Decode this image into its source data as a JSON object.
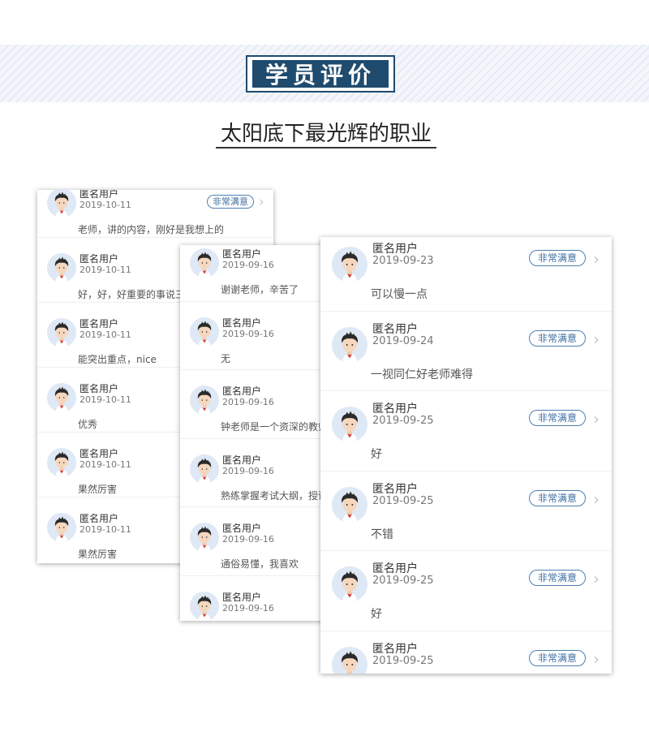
{
  "header": {
    "badge_title": "学员评价",
    "subtitle": "太阳底下最光辉的职业"
  },
  "rating_label": "非常满意",
  "panel_left": {
    "reviews": [
      {
        "user": "匿名用户",
        "date": "2019-10-11",
        "comment": "老师，讲的内容，刚好是我想上的"
      },
      {
        "user": "匿名用户",
        "date": "2019-10-11",
        "comment": "好，好，好重要的事说三遍"
      },
      {
        "user": "匿名用户",
        "date": "2019-10-11",
        "comment": "能突出重点，nice"
      },
      {
        "user": "匿名用户",
        "date": "2019-10-11",
        "comment": "优秀"
      },
      {
        "user": "匿名用户",
        "date": "2019-10-11",
        "comment": "果然厉害"
      },
      {
        "user": "匿名用户",
        "date": "2019-10-11",
        "comment": "果然厉害"
      }
    ]
  },
  "panel_middle": {
    "reviews": [
      {
        "user": "匿名用户",
        "date": "2019-09-16",
        "comment": "谢谢老师，辛苦了"
      },
      {
        "user": "匿名用户",
        "date": "2019-09-16",
        "comment": "无"
      },
      {
        "user": "匿名用户",
        "date": "2019-09-16",
        "comment": "钟老师是一个资深的教师"
      },
      {
        "user": "匿名用户",
        "date": "2019-09-16",
        "comment": "熟练掌握考试大纲，授课"
      },
      {
        "user": "匿名用户",
        "date": "2019-09-16",
        "comment": "通俗易懂，我喜欢"
      },
      {
        "user": "匿名用户",
        "date": "2019-09-16",
        "comment": ""
      }
    ]
  },
  "panel_right": {
    "reviews": [
      {
        "user": "匿名用户",
        "date": "2019-09-23",
        "comment": "可以慢一点"
      },
      {
        "user": "匿名用户",
        "date": "2019-09-24",
        "comment": "一视同仁好老师难得"
      },
      {
        "user": "匿名用户",
        "date": "2019-09-25",
        "comment": "好"
      },
      {
        "user": "匿名用户",
        "date": "2019-09-25",
        "comment": "不错"
      },
      {
        "user": "匿名用户",
        "date": "2019-09-25",
        "comment": "好"
      },
      {
        "user": "匿名用户",
        "date": "2019-09-25",
        "comment": ""
      }
    ]
  }
}
